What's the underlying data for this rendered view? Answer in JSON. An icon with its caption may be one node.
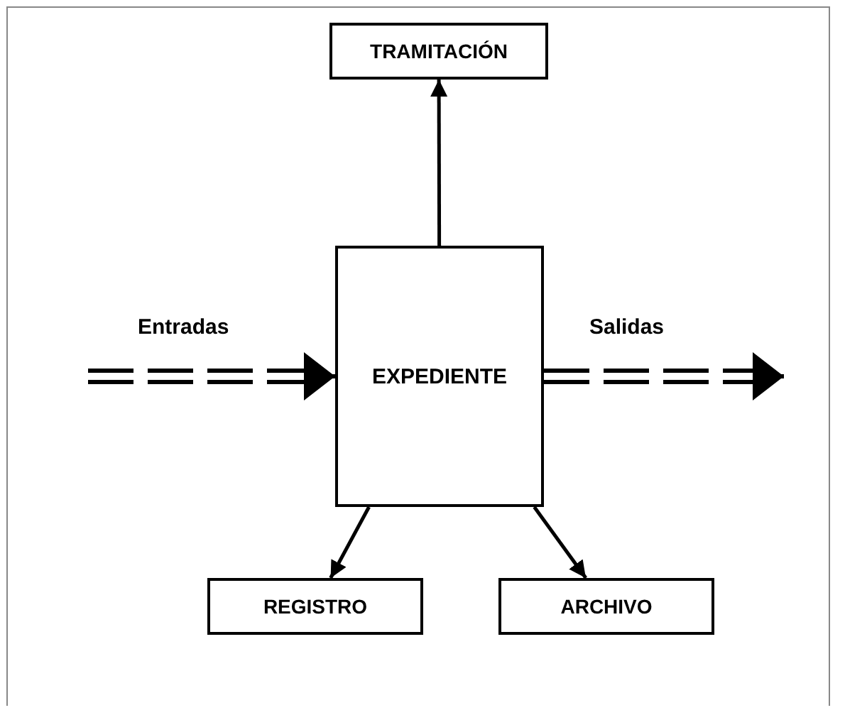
{
  "diagram": {
    "nodes": [
      {
        "text": [
          "TRAMITACIÓN"
        ]
      },
      {
        "text": [
          "EXPEDIENTE"
        ]
      },
      {
        "text": [
          "REGISTRO"
        ]
      },
      {
        "text": [
          "ARCHIVO"
        ]
      }
    ],
    "edges": [
      {
        "from": 1,
        "to": 0,
        "arrow": "to"
      },
      {
        "from": null,
        "to": 1,
        "arrow": "to",
        "label": "Entradas",
        "style": "dashed"
      },
      {
        "from": 1,
        "to": null,
        "arrow": "to",
        "label": "Salidas",
        "style": "dashed"
      },
      {
        "from": 1,
        "to": 2,
        "arrow": "to"
      },
      {
        "from": 1,
        "to": 3,
        "arrow": "to"
      }
    ]
  }
}
